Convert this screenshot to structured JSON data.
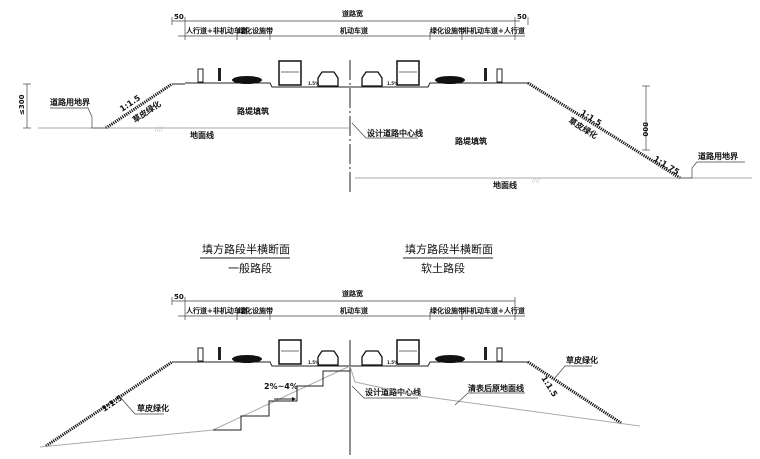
{
  "top_section": {
    "dim_header": {
      "edge_left": "50",
      "edge_right": "50",
      "road_width": "道路宽",
      "sidewalk_left": "人行道+非机动车道",
      "green_left": "绿化设施带",
      "motor_lane": "机动车道",
      "green_right": "绿化设施带",
      "sidewalk_right": "非机动车道+人行道"
    },
    "left": {
      "height_dim": "≤300",
      "boundary": "道路用地界",
      "slope": "1:1.5",
      "grass": "草皮绿化",
      "fill": "路堤填筑",
      "ground": "地面线"
    },
    "center_label": "设计道路中心线",
    "right": {
      "fill": "路堤填筑",
      "ground": "地面线",
      "slope_upper": "1:1.5",
      "slope_lower": "1:1.75",
      "grass": "草皮绿化",
      "height_dim": "800",
      "boundary": "道路用地界"
    },
    "titles": {
      "left_title": "填方路段半横断面",
      "left_subtitle": "一般路段",
      "right_title": "填方路段半横断面",
      "right_subtitle": "软土路段"
    }
  },
  "bottom_section": {
    "dim_header": {
      "edge_left": "50",
      "road_width": "道路宽",
      "sidewalk_left": "人行道+非机动车道",
      "green_left": "绿化设施带",
      "motor_lane": "机动车道",
      "green_right": "绿化设施带",
      "sidewalk_right": "非机动车道+人行道"
    },
    "left": {
      "slope": "1:1.5",
      "grass": "草皮绿化",
      "step_grade": "2%~4%"
    },
    "center_label": "设计道路中心线",
    "right": {
      "ground_label": "清表后原地面线",
      "grass": "草皮绿化",
      "slope": "1:1.5"
    }
  },
  "lane_marks": {
    "cross_slope": "1.5%"
  }
}
